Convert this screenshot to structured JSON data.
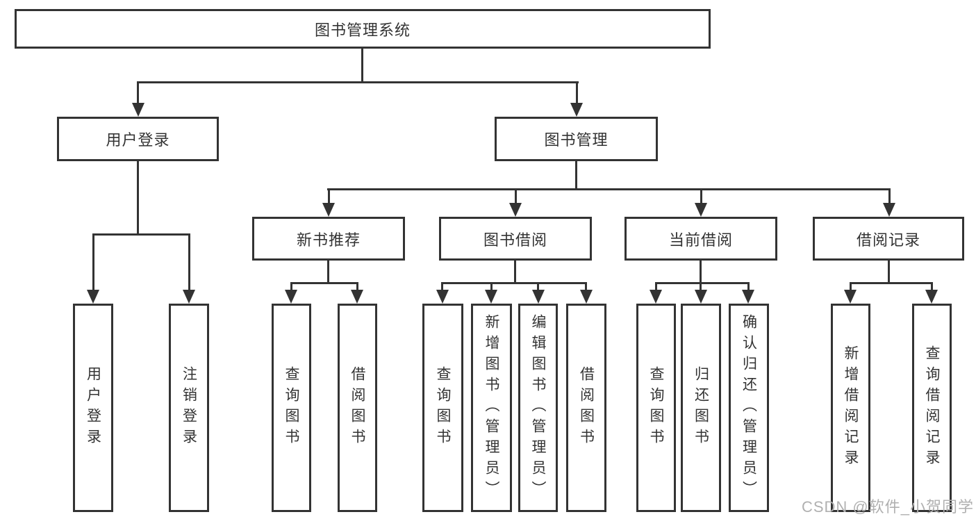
{
  "diagram_title": "图书管理系统",
  "tree": {
    "root": {
      "label": "图书管理系统"
    },
    "branches": [
      {
        "label": "用户登录",
        "children": [
          {
            "label": "用户登录"
          },
          {
            "label": "注销登录"
          }
        ]
      },
      {
        "label": "图书管理",
        "children": [
          {
            "label": "新书推荐",
            "children": [
              {
                "label": "查询图书"
              },
              {
                "label": "借阅图书"
              }
            ]
          },
          {
            "label": "图书借阅",
            "children": [
              {
                "label": "查询图书"
              },
              {
                "label": "新增图书（管理员）"
              },
              {
                "label": "编辑图书（管理员）"
              },
              {
                "label": "借阅图书"
              }
            ]
          },
          {
            "label": "当前借阅",
            "children": [
              {
                "label": "查询图书"
              },
              {
                "label": "归还图书"
              },
              {
                "label": "确认归还（管理员）"
              }
            ]
          },
          {
            "label": "借阅记录",
            "children": [
              {
                "label": "新增借阅记录"
              },
              {
                "label": "查询借阅记录"
              }
            ]
          }
        ]
      }
    ]
  },
  "watermark": {
    "text": "CSDN @软件_小贺同学",
    "color": "#b0b0b0"
  },
  "colors": {
    "line": "#333333",
    "box_border": "#333333",
    "text": "#333333",
    "background": "#ffffff"
  }
}
